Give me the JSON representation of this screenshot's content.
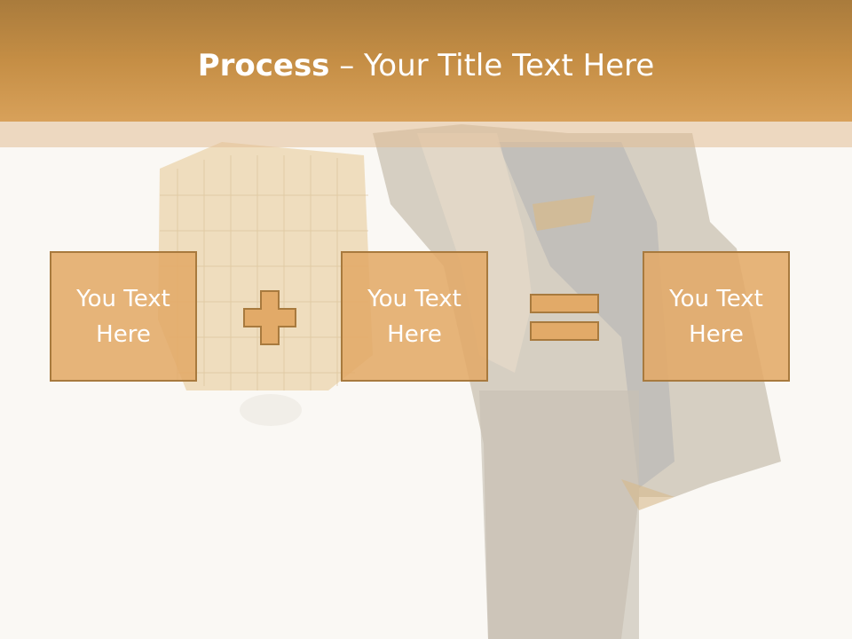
{
  "title": {
    "bold": "Process",
    "rest": " – Your Title Text Here"
  },
  "boxes": [
    {
      "line1": "You Text",
      "line2": "Here"
    },
    {
      "line1": "You Text",
      "line2": "Here"
    },
    {
      "line1": "You Text",
      "line2": "Here"
    }
  ],
  "colors": {
    "header": "#c58e45",
    "box_fill": "#e2aa68",
    "box_border": "#a87a3e",
    "text": "#ffffff"
  },
  "icons": {
    "operator1": "plus-icon",
    "operator2": "equals-icon"
  }
}
